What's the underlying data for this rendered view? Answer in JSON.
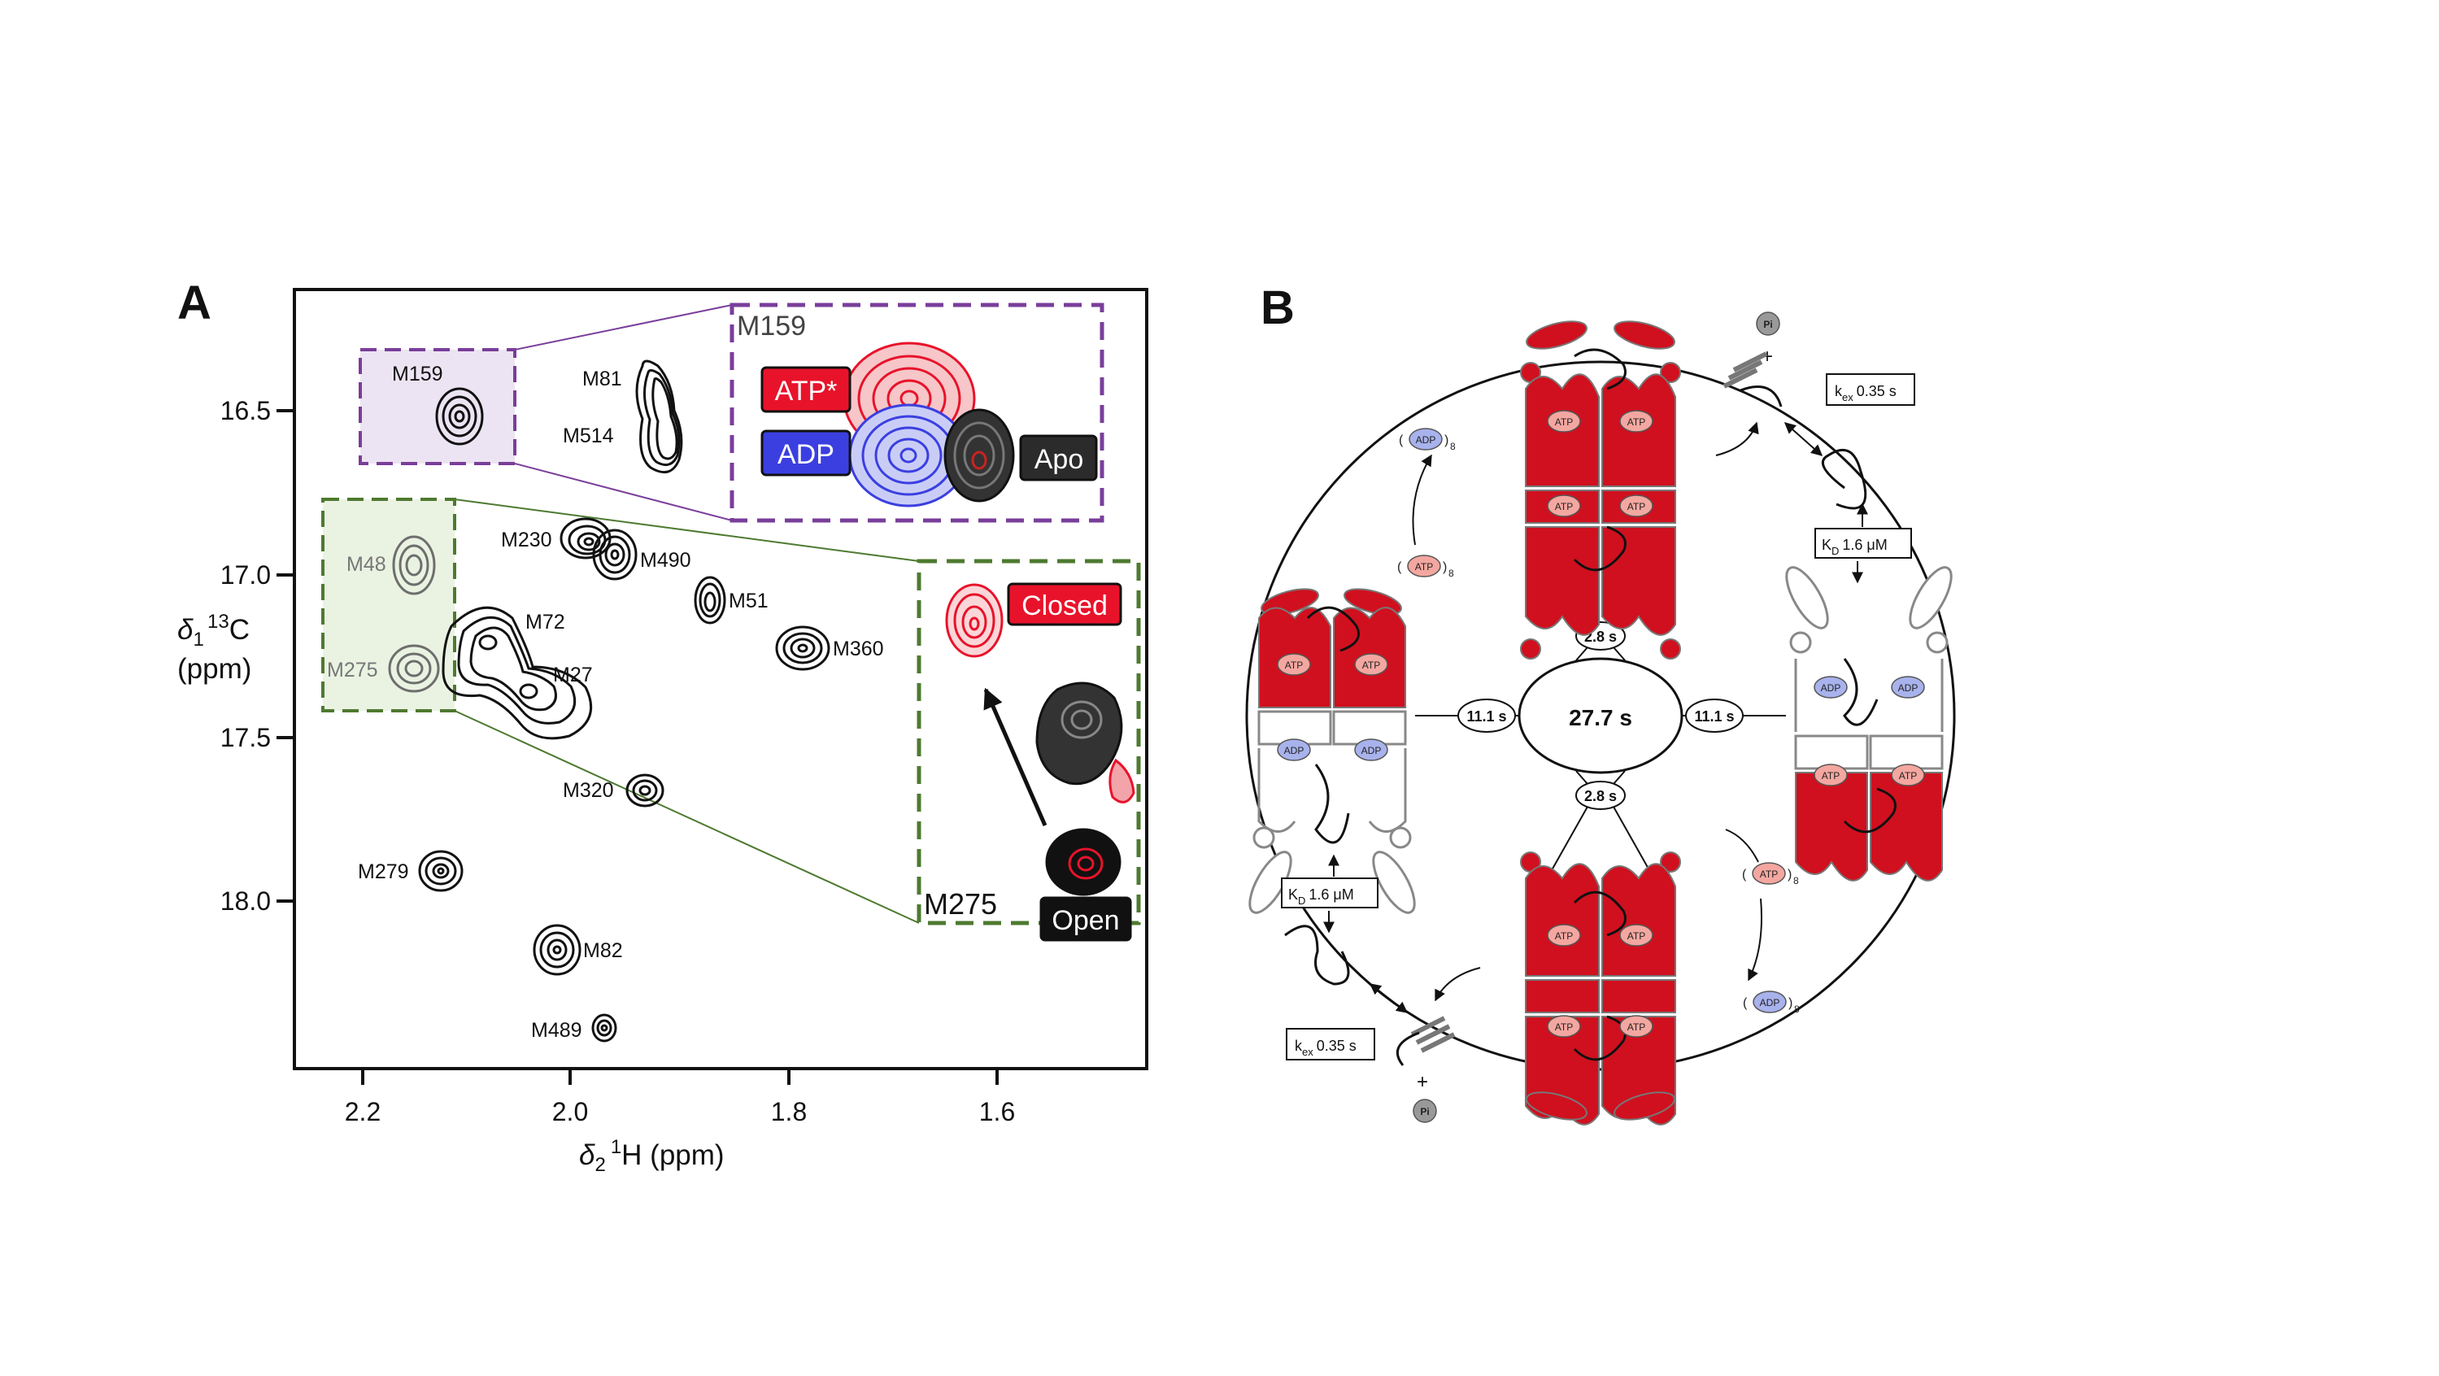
{
  "panel_a": {
    "letter": "A",
    "y_ticks": [
      "16.5",
      "17.0",
      "17.5",
      "18.0"
    ],
    "x_ticks": [
      "2.2",
      "2.0",
      "1.8",
      "1.6"
    ],
    "y_title_sym": "δ",
    "y_title_sub": "1",
    "y_title_sup": "13",
    "y_title_nuc": "C",
    "y_title_unit": "(ppm)",
    "x_title_sym": "δ",
    "x_title_sub": "2",
    "x_title_sup": "1",
    "x_title_rest": "H (ppm)",
    "peaks": [
      "M159",
      "M81",
      "M514",
      "M230",
      "M490",
      "M51",
      "M72",
      "M27",
      "M360",
      "M320",
      "M279",
      "M82",
      "M489"
    ],
    "grey_peaks": [
      "M48",
      "M275"
    ],
    "inset_top": {
      "title": "M159",
      "labels": [
        "ATP*",
        "ADP",
        "Apo"
      ],
      "colors": {
        "atp": "#e8132a",
        "adp": "#3b3fe0",
        "apo": "#222222"
      }
    },
    "inset_bottom": {
      "title": "M275",
      "labels": [
        "Closed",
        "Open"
      ]
    }
  },
  "panel_b": {
    "letter": "B",
    "center_time": "27.7 s",
    "side_times": [
      "11.1 s",
      "11.1 s"
    ],
    "inner_times": [
      "2.8 s",
      "2.8 s"
    ],
    "kex_pre": "k",
    "kex_sub": "ex",
    "kex_val": "0.35 s",
    "kd_pre": "K",
    "kd_sub": "D",
    "kd_val": "1.6 μM",
    "atp": "ATP",
    "adp": "ADP",
    "pi": "Pi",
    "count": "8",
    "plus": "+",
    "colors": {
      "red": "#d0101e",
      "atp_bubble": "#f3a7a0",
      "adp_bubble": "#a8b2ec",
      "grey": "#888888"
    }
  }
}
